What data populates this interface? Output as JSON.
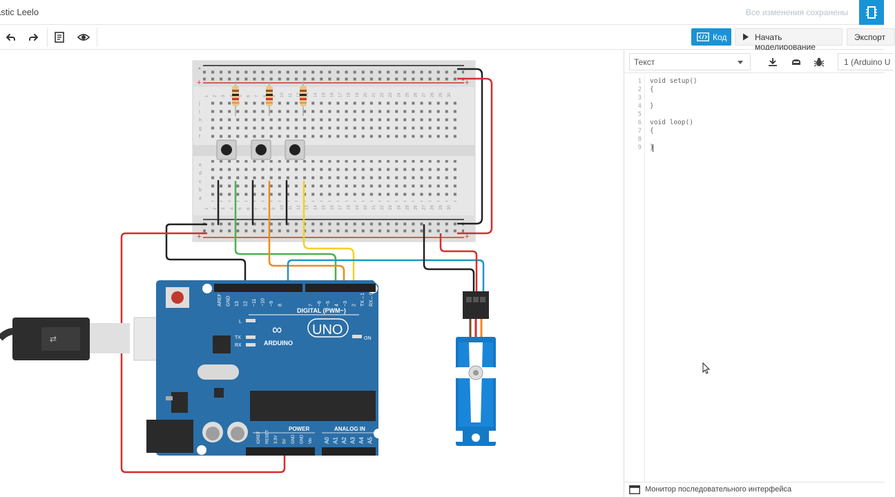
{
  "titlebar": {
    "project_name": "astic Leelo",
    "save_status": "Все изменения сохранены"
  },
  "toolbar": {
    "code_button": "Код",
    "simulate_button": "Начать моделирование",
    "export_button": "Экспорт"
  },
  "code_panel": {
    "mode_select": "Текст",
    "board_select": "1 (Arduino U",
    "line_numbers": [
      "1",
      "2",
      "3",
      "4",
      "5",
      "6",
      "7",
      "8",
      "9"
    ],
    "code_lines": [
      "void setup()",
      "{",
      "",
      "}",
      "",
      "void loop()",
      "{",
      "",
      "}"
    ],
    "serial_monitor": "Монитор последовательного интерфейса"
  },
  "arduino": {
    "brand": "ARDUINO",
    "model": "UNO",
    "digital_label": "DIGITAL (PWM~)",
    "power_label": "POWER",
    "analog_label": "ANALOG IN",
    "on_label": "ON",
    "l_label": "L",
    "tx_label": "TX",
    "rx_label": "RX",
    "digital_pins": [
      "AREF",
      "GND",
      "13",
      "12",
      "~11",
      "~10",
      "~9",
      "8",
      "7",
      "~6",
      "~5",
      "4",
      "~3",
      "2",
      "TX→1",
      "RX←0"
    ],
    "power_pins": [
      "IOREF",
      "RESET",
      "3.3V",
      "5V",
      "GND",
      "GND",
      "Vin"
    ],
    "analog_pins": [
      "A0",
      "A1",
      "A2",
      "A3",
      "A4",
      "A5"
    ]
  },
  "breadboard": {
    "row_letters_top": [
      "j",
      "i",
      "h",
      "g",
      "f"
    ],
    "row_letters_bottom": [
      "e",
      "d",
      "c",
      "b",
      "a"
    ],
    "column_count": 30,
    "rail_plus": "+",
    "rail_minus": "-"
  },
  "colors": {
    "accent": "#1a93d6",
    "arduino_blue": "#2b6fa8",
    "wire_red": "#d32f2f",
    "wire_black": "#222222",
    "wire_green": "#4caf50",
    "wire_orange": "#ef8a1a",
    "wire_yellow": "#f2d024",
    "wire_blue": "#1e95c9",
    "servo_blue": "#1479c7"
  }
}
